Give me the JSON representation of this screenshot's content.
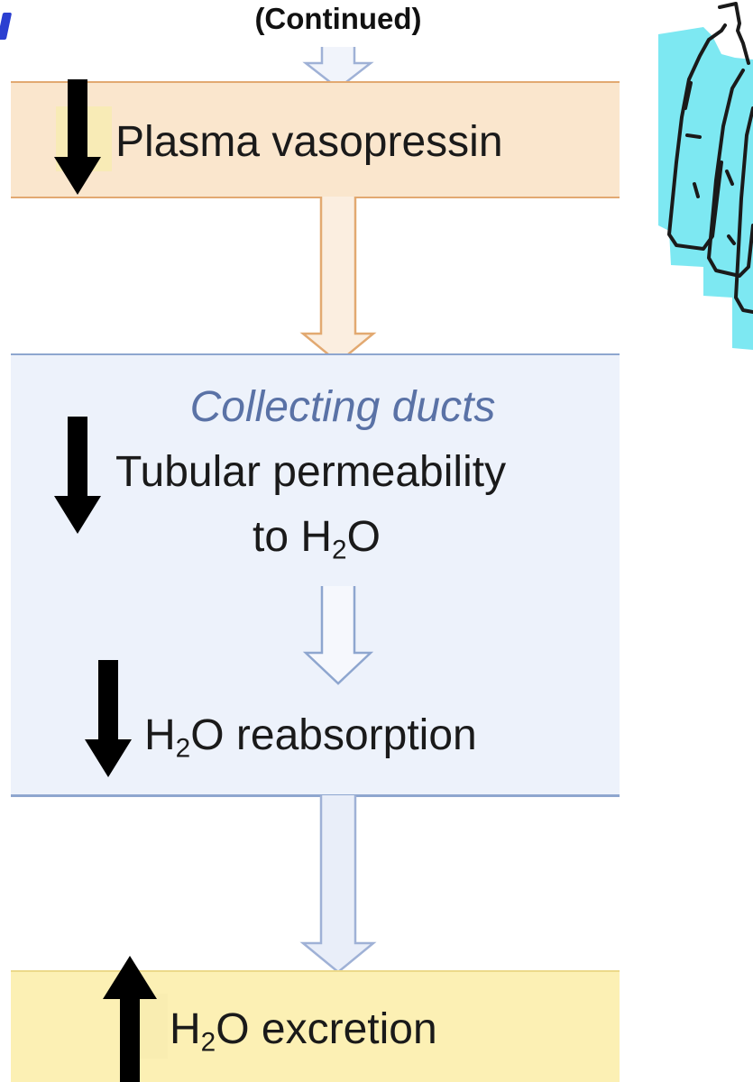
{
  "header": {
    "continued": "(Continued)"
  },
  "vasopressin": {
    "label": "Plasma vasopressin",
    "direction": "decrease"
  },
  "collecting_ducts": {
    "heading": "Collecting ducts",
    "permeability_line1": "Tubular permeability",
    "permeability_line2_prefix": "to H",
    "permeability_line2_sub": "2",
    "permeability_line2_suffix": "O",
    "permeability_direction": "decrease",
    "reabsorption_prefix": "H",
    "reabsorption_sub": "2",
    "reabsorption_suffix": "O reabsorption",
    "reabsorption_direction": "decrease"
  },
  "excretion": {
    "prefix": "H",
    "sub": "2",
    "suffix": "O excretion",
    "direction": "increase"
  },
  "colors": {
    "vasopressin_box": "#fae6cd",
    "ducts_box": "#edf2fb",
    "excretion_box": "#fcf0b4",
    "ducts_heading": "#5a72a6",
    "bottle_background": "#7de8f2"
  },
  "icons": {
    "arrows": [
      "down-arrow-icon",
      "up-arrow-icon",
      "hollow-flow-arrow-icon"
    ],
    "illustration": "water-bottles-icon"
  }
}
